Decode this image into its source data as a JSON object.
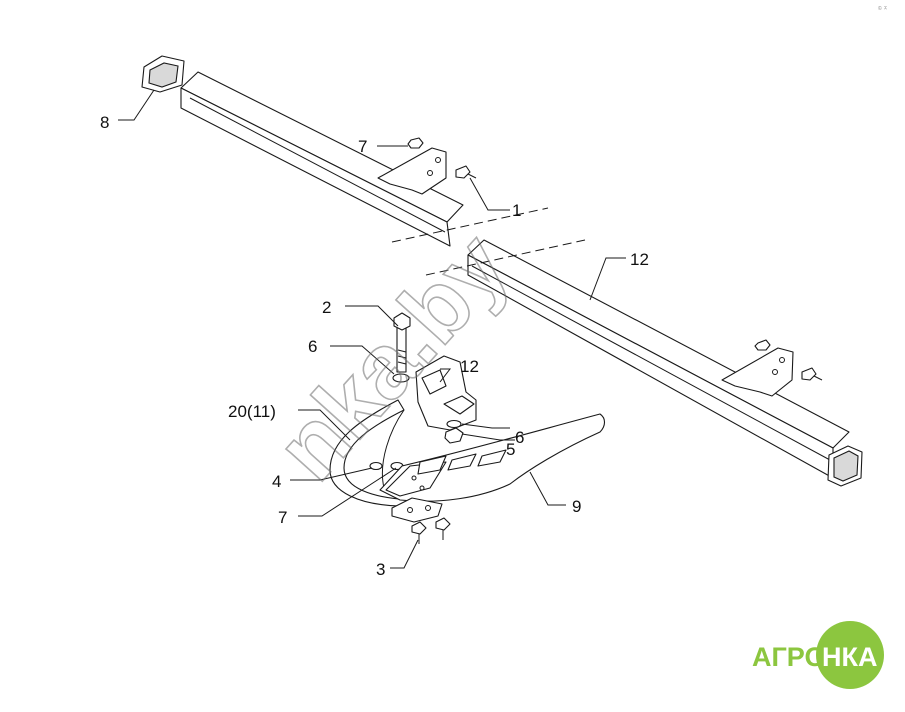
{
  "callouts": {
    "c1": "1",
    "c2": "2",
    "c3": "3",
    "c4": "4",
    "c5": "5",
    "c6a": "6",
    "c6b": "6",
    "c7a": "7",
    "c7b": "7",
    "c8": "8",
    "c9": "9",
    "c12a": "12",
    "c12b": "12",
    "c20": "20(11)"
  },
  "watermark": "nka.by",
  "logo": {
    "left": "АГРО",
    "right": "НКА",
    "color_left": "#8cc63f",
    "color_circle": "#8cc63f",
    "color_right": "#ffffff"
  },
  "corner_mark": "© ㅈ"
}
